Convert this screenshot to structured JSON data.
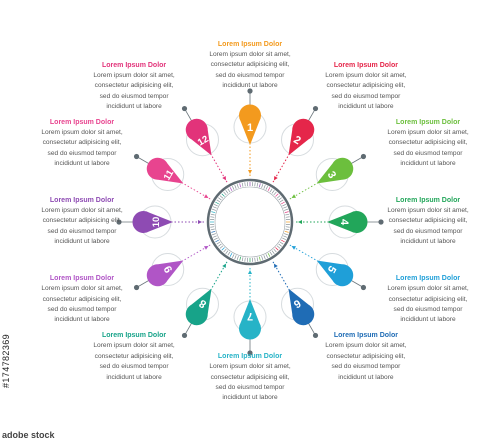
{
  "center": {
    "ring_color": "#5f6b72"
  },
  "items": [
    {
      "number": "1",
      "color": "#f39a1e",
      "title": "Lorem Ipsum Dolor",
      "body": [
        "Lorem ipsum dolor sit amet,",
        "consectetur adipisicing elit,",
        "sed do eiusmod tempor",
        "incididunt ut labore"
      ]
    },
    {
      "number": "2",
      "color": "#e5264a",
      "title": "Lorem Ipsum Dolor",
      "body": [
        "Lorem ipsum dolor sit amet,",
        "consectetur adipisicing elit,",
        "sed do eiusmod tempor",
        "incididunt ut labore"
      ]
    },
    {
      "number": "3",
      "color": "#6cbf3d",
      "title": "Lorem Ipsum Dolor",
      "body": [
        "Lorem ipsum dolor sit amet,",
        "consectetur adipisicing elit,",
        "sed do eiusmod tempor",
        "incididunt ut labore"
      ]
    },
    {
      "number": "4",
      "color": "#22a65a",
      "title": "Lorem Ipsum Dolor",
      "body": [
        "Lorem ipsum dolor sit amet,",
        "consectetur adipisicing elit,",
        "sed do eiusmod tempor",
        "incididunt ut labore"
      ]
    },
    {
      "number": "5",
      "color": "#1f9fd8",
      "title": "Lorem Ipsum Dolor",
      "body": [
        "Lorem ipsum dolor sit amet,",
        "consectetur adipisicing elit,",
        "sed do eiusmod tempor",
        "incididunt ut labore"
      ]
    },
    {
      "number": "6",
      "color": "#1f6cb5",
      "title": "Lorem Ipsum Dolor",
      "body": [
        "Lorem ipsum dolor sit amet,",
        "consectetur adipisicing elit,",
        "sed do eiusmod tempor",
        "incididunt ut labore"
      ]
    },
    {
      "number": "7",
      "color": "#26b3c7",
      "title": "Lorem Ipsum Dolor",
      "body": [
        "Lorem ipsum dolor sit amet,",
        "consectetur adipisicing elit,",
        "sed do eiusmod tempor",
        "incididunt ut labore"
      ]
    },
    {
      "number": "8",
      "color": "#17a389",
      "title": "Lorem Ipsum Dolor",
      "body": [
        "Lorem ipsum dolor sit amet,",
        "consectetur adipisicing elit,",
        "sed do eiusmod tempor",
        "incididunt ut labore"
      ]
    },
    {
      "number": "9",
      "color": "#b055c6",
      "title": "Lorem Ipsum Dolor",
      "body": [
        "Lorem ipsum dolor sit amet,",
        "consectetur adipisicing elit,",
        "sed do eiusmod tempor",
        "incididunt ut labore"
      ]
    },
    {
      "number": "10",
      "color": "#8e4bb3",
      "title": "Lorem Ipsum Dolor",
      "body": [
        "Lorem ipsum dolor sit amet,",
        "consectetur adipisicing elit,",
        "sed do eiusmod tempor",
        "incididunt ut labore"
      ]
    },
    {
      "number": "11",
      "color": "#e8448f",
      "title": "Lorem Ipsum Dolor",
      "body": [
        "Lorem ipsum dolor sit amet,",
        "consectetur adipisicing elit,",
        "sed do eiusmod tempor",
        "incididunt ut labore"
      ]
    },
    {
      "number": "12",
      "color": "#e2337a",
      "title": "Lorem Ipsum Dolor",
      "body": [
        "Lorem ipsum dolor sit amet,",
        "consectetur adipisicing elit,",
        "sed do eiusmod tempor",
        "incididunt ut labore"
      ]
    }
  ],
  "stock": {
    "id": "#174782369",
    "logo": "adobe stock"
  }
}
